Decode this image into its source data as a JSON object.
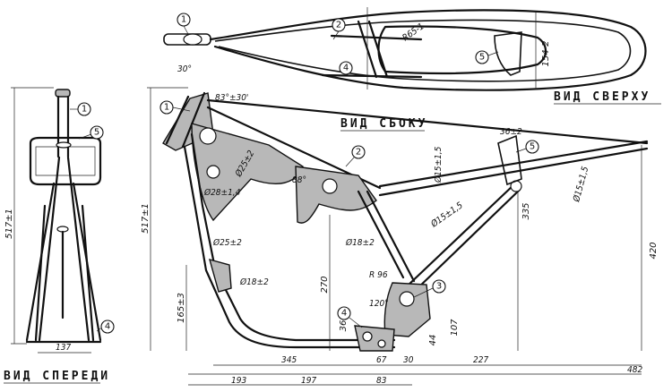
{
  "views": {
    "front": "ВИД СПЕРЕДИ",
    "side": "ВИД СБОКУ",
    "top": "ВИД СВЕРХУ"
  },
  "callouts": [
    "1",
    "2",
    "3",
    "4",
    "5"
  ],
  "dimensions": {
    "front_height": "517±1",
    "front_width": "137",
    "top_width": "154-2",
    "top_r": "R65-1",
    "side_height": "517±1",
    "angle_head": "30°",
    "angle_rake": "83°±30'",
    "pipe_25": "Ø25±2",
    "pipe_28": "Ø28±1,4",
    "pipe_25b": "Ø25±2",
    "pipe_18": "Ø18±2",
    "pipe_18b": "Ø18±2",
    "angle_88": "88°",
    "pipe_15a": "Ø15±1,5",
    "pipe_15b": "Ø15±1,5",
    "pipe_15c": "Ø15±1,5",
    "seat_36": "36±2",
    "h_335": "335",
    "h_420": "420",
    "h_270": "270",
    "h_165": "165±3",
    "r_96": "R 96",
    "angle_120": "120°",
    "h_36": "36",
    "h_44": "44",
    "h_107": "107",
    "w_345": "345",
    "w_67": "67",
    "w_30": "30",
    "w_227": "227",
    "w_482": "482",
    "w_193": "193",
    "w_197": "197",
    "w_83": "83"
  }
}
